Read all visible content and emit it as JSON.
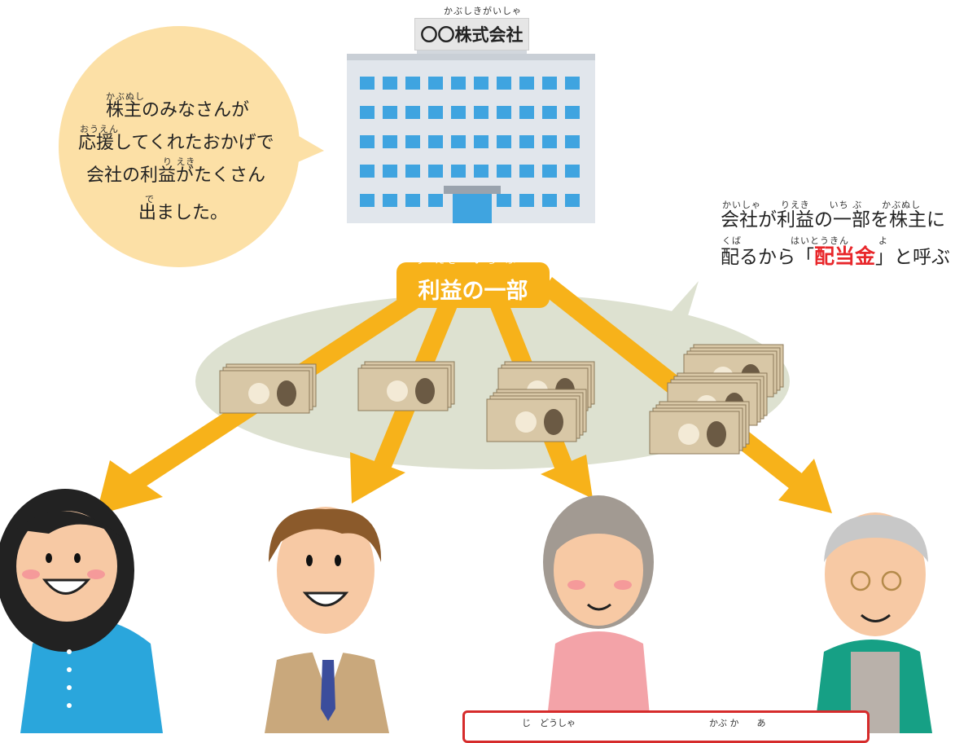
{
  "company": {
    "reading": "かぶしきがいしゃ",
    "name": "〇〇株式会社"
  },
  "speech_bubble": {
    "lines": [
      {
        "furigana": "かぶぬし",
        "text": "株主のみなさんが"
      },
      {
        "furigana": "おうえん",
        "text": "応援してくれたおかげで"
      },
      {
        "furigana": "り えき",
        "text": "会社の利益がたくさん"
      },
      {
        "furigana": "で",
        "text": "出ました。"
      }
    ]
  },
  "profit_label": {
    "furigana": "り えき　いち ぶ",
    "text": "利益の一部"
  },
  "dividend_caption": {
    "line1_furigana": "かいしゃ　　りえき　　いち ぶ　　かぶぬし",
    "line1": "会社が利益の一部を株主に",
    "line2_furigana": "くば　　　　　はいとうきん　　　よ",
    "line2_pre": "配るから「",
    "line2_emphasis": "配当金",
    "line2_post": "」と呼ぶ"
  },
  "bottom_panel": {
    "furigana_left": "じ　どうしゃ",
    "furigana_right": "かぶ か　　あ"
  },
  "colors": {
    "arrow": "#f7b21a",
    "ellipse": "#d9ddcc",
    "bubble": "#fbe1a8",
    "building": "#dfe4ea",
    "window": "#3fa4e0",
    "emphasis": "#e8262a",
    "panel_border": "#d62b2b"
  },
  "people": [
    {
      "name": "woman-young",
      "shirt": "#2aa6dc"
    },
    {
      "name": "man-suit",
      "shirt": "#c9a87c"
    },
    {
      "name": "woman-elderly",
      "shirt": "#f3a3a8"
    },
    {
      "name": "man-elderly",
      "shirt": "#16a085"
    }
  ]
}
